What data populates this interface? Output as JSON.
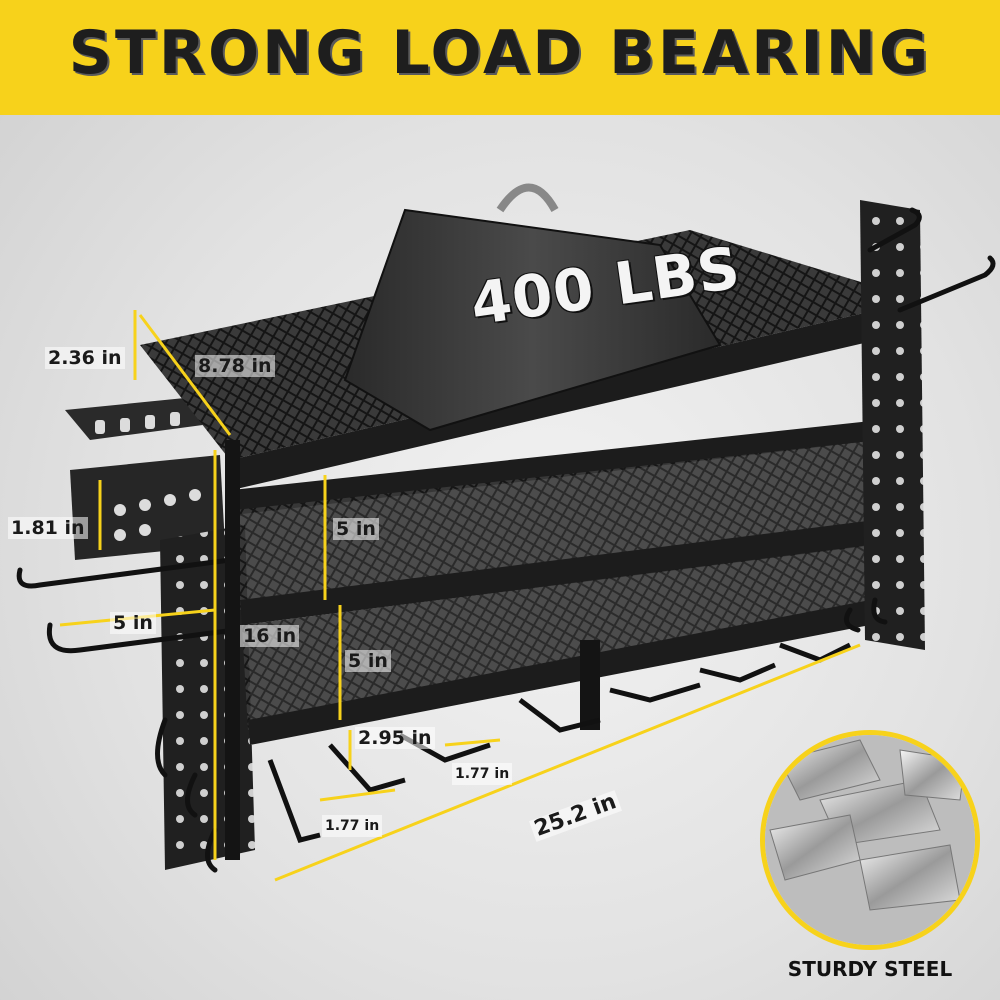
{
  "banner": {
    "title": "STRONG LOAD BEARING",
    "background": "#f7d21b"
  },
  "weight": {
    "label": "400 LBS"
  },
  "dimensions": {
    "depth_left": "2.36 in",
    "width_top": "8.78 in",
    "side_height": "1.81 in",
    "hook_length": "5 in",
    "shelf_gap_upper": "5 in",
    "total_height": "16 in",
    "shelf_gap_lower": "5 in",
    "slot_depth": "2.95 in",
    "slot_width_right": "1.77 in",
    "slot_width_left": "1.77 in",
    "total_width": "25.2 in"
  },
  "badge": {
    "caption": "STURDY STEEL",
    "ring_color": "#f7d21b"
  },
  "colors": {
    "accent": "#f7d21b",
    "metal": "#1c1c1c"
  }
}
